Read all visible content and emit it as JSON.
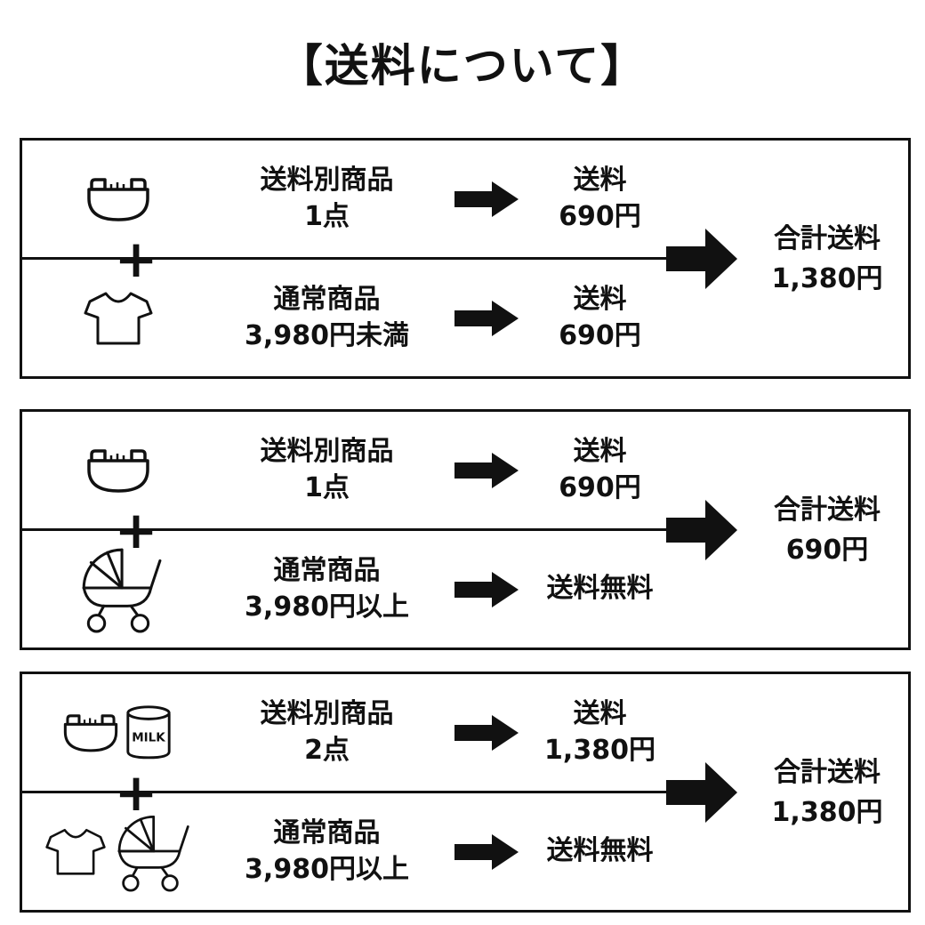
{
  "title": "【送料について】",
  "plus_sign": "+",
  "milk_label": "MILK",
  "colors": {
    "ink": "#111111",
    "background": "#ffffff"
  },
  "boxes": [
    {
      "name": "case-1",
      "rows": [
        {
          "icons": [
            "diaper-icon"
          ],
          "label": [
            "送料別商品",
            "1点"
          ],
          "result": [
            "送料",
            "690円"
          ]
        },
        {
          "icons": [
            "tshirt-icon"
          ],
          "label": [
            "通常商品",
            "3,980円未満"
          ],
          "result": [
            "送料",
            "690円"
          ]
        }
      ],
      "total": [
        "合計送料",
        "1,380円"
      ]
    },
    {
      "name": "case-2",
      "rows": [
        {
          "icons": [
            "diaper-icon"
          ],
          "label": [
            "送料別商品",
            "1点"
          ],
          "result": [
            "送料",
            "690円"
          ]
        },
        {
          "icons": [
            "stroller-icon"
          ],
          "label": [
            "通常商品",
            "3,980円以上"
          ],
          "result": [
            "送料無料"
          ]
        }
      ],
      "total": [
        "合計送料",
        "690円"
      ]
    },
    {
      "name": "case-3",
      "rows": [
        {
          "icons": [
            "diaper-icon",
            "milk-can-icon"
          ],
          "label": [
            "送料別商品",
            "2点"
          ],
          "result": [
            "送料",
            "1,380円"
          ]
        },
        {
          "icons": [
            "tshirt-icon",
            "stroller-icon"
          ],
          "label": [
            "通常商品",
            "3,980円以上"
          ],
          "result": [
            "送料無料"
          ]
        }
      ],
      "total": [
        "合計送料",
        "1,380円"
      ]
    }
  ]
}
